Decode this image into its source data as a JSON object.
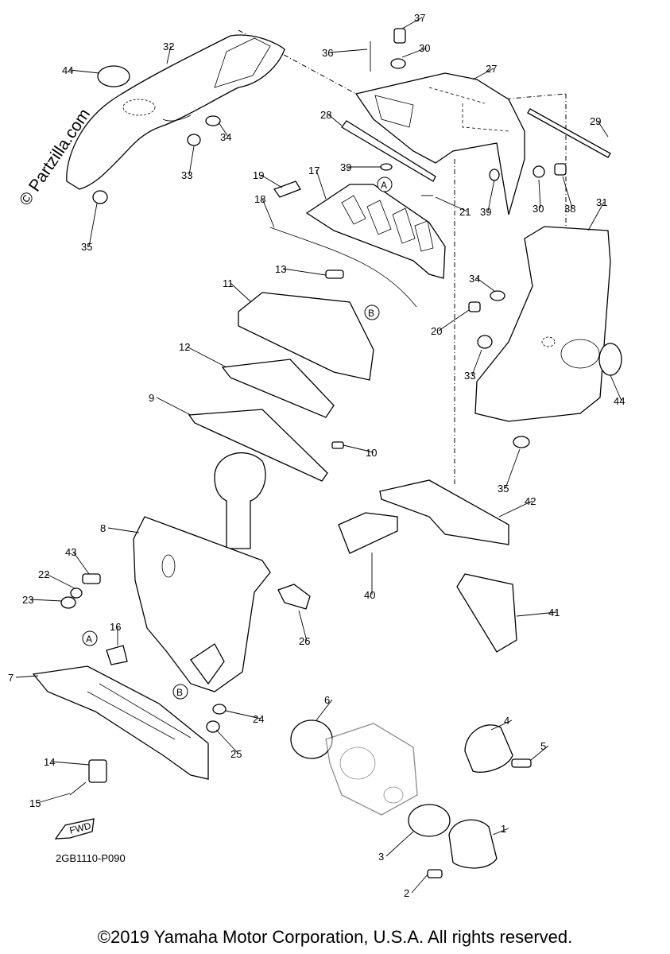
{
  "watermark": "© Partzilla.com",
  "diagram_code": "2GB1110-P090",
  "footer": "©2019 Yamaha Motor Corporation, U.S.A. All rights reserved.",
  "fwd_label": "FWD",
  "ref_marks": {
    "a": "A",
    "b": "B"
  },
  "callouts": [
    "37",
    "36",
    "30",
    "32",
    "44",
    "27",
    "28",
    "34",
    "33",
    "39",
    "29",
    "19",
    "17",
    "21",
    "39",
    "30",
    "38",
    "35",
    "18",
    "31",
    "13",
    "11",
    "34",
    "20",
    "12",
    "33",
    "44",
    "9",
    "10",
    "35",
    "42",
    "8",
    "43",
    "40",
    "22",
    "23",
    "41",
    "26",
    "16",
    "7",
    "6",
    "4",
    "24",
    "5",
    "25",
    "14",
    "15",
    "1",
    "3",
    "2"
  ]
}
